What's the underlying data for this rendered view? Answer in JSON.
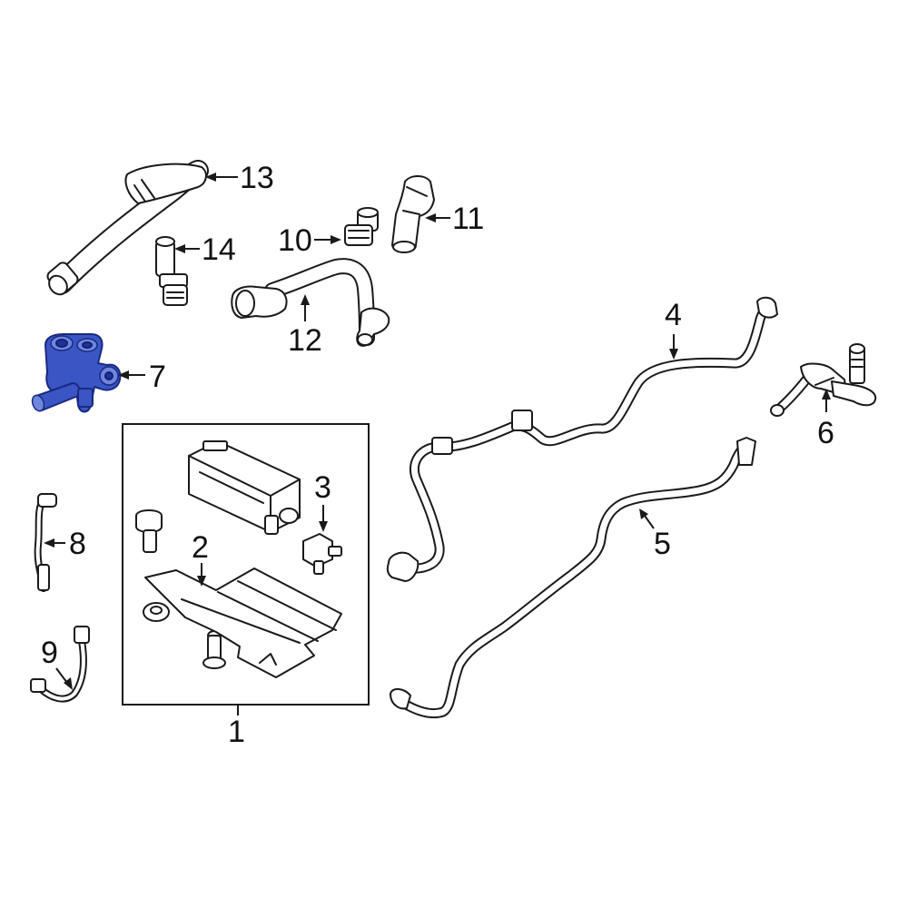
{
  "diagram": {
    "highlight_color": "#3a55c4",
    "callouts": [
      {
        "id": "1",
        "label": "1"
      },
      {
        "id": "2",
        "label": "2"
      },
      {
        "id": "3",
        "label": "3"
      },
      {
        "id": "4",
        "label": "4"
      },
      {
        "id": "5",
        "label": "5"
      },
      {
        "id": "6",
        "label": "6"
      },
      {
        "id": "7",
        "label": "7"
      },
      {
        "id": "8",
        "label": "8"
      },
      {
        "id": "9",
        "label": "9"
      },
      {
        "id": "10",
        "label": "10"
      },
      {
        "id": "11",
        "label": "11"
      },
      {
        "id": "12",
        "label": "12"
      },
      {
        "id": "13",
        "label": "13"
      },
      {
        "id": "14",
        "label": "14"
      }
    ],
    "highlighted_part": "7"
  }
}
